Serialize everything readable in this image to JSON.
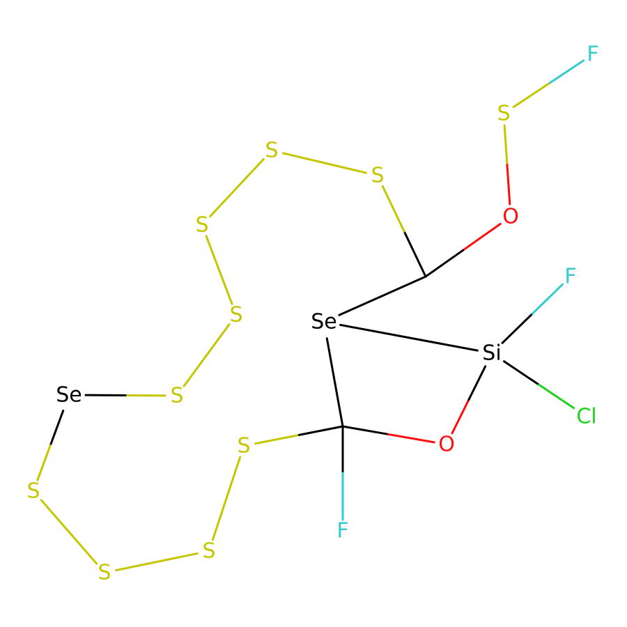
{
  "colors": {
    "C": "#000000",
    "Se": "#000000",
    "Si": "#000000",
    "S": "#c6c600",
    "O": "#ff0d0d",
    "F": "#33cccc",
    "Cl": "#1fd01f",
    "background": "#ffffff"
  },
  "atoms": [
    {
      "id": "a1",
      "element": "F",
      "label": "F"
    },
    {
      "id": "a2",
      "element": "S",
      "label": "S"
    },
    {
      "id": "a3",
      "element": "O",
      "label": "O"
    },
    {
      "id": "a4",
      "element": "C",
      "label": ""
    },
    {
      "id": "a5",
      "element": "S",
      "label": "S"
    },
    {
      "id": "a6",
      "element": "S",
      "label": "S"
    },
    {
      "id": "a7",
      "element": "S",
      "label": "S"
    },
    {
      "id": "a8",
      "element": "S",
      "label": "S"
    },
    {
      "id": "a9",
      "element": "S",
      "label": "S"
    },
    {
      "id": "a10",
      "element": "Se",
      "label": "Se"
    },
    {
      "id": "a11",
      "element": "S",
      "label": "S"
    },
    {
      "id": "a12",
      "element": "S",
      "label": "S"
    },
    {
      "id": "a13",
      "element": "S",
      "label": "S"
    },
    {
      "id": "a14",
      "element": "S",
      "label": "S"
    },
    {
      "id": "a15",
      "element": "C",
      "label": ""
    },
    {
      "id": "a16",
      "element": "F",
      "label": "F"
    },
    {
      "id": "a17",
      "element": "O",
      "label": "O"
    },
    {
      "id": "a18",
      "element": "Si",
      "label": "Si"
    },
    {
      "id": "a19",
      "element": "F",
      "label": "F"
    },
    {
      "id": "a20",
      "element": "Cl",
      "label": "Cl"
    },
    {
      "id": "a21",
      "element": "Se",
      "label": "Se"
    }
  ],
  "bonds": [
    [
      "a1",
      "a2"
    ],
    [
      "a2",
      "a3"
    ],
    [
      "a3",
      "a4"
    ],
    [
      "a4",
      "a5"
    ],
    [
      "a5",
      "a6"
    ],
    [
      "a6",
      "a7"
    ],
    [
      "a7",
      "a8"
    ],
    [
      "a8",
      "a9"
    ],
    [
      "a9",
      "a10"
    ],
    [
      "a10",
      "a11"
    ],
    [
      "a11",
      "a12"
    ],
    [
      "a12",
      "a13"
    ],
    [
      "a13",
      "a14"
    ],
    [
      "a14",
      "a15"
    ],
    [
      "a15",
      "a16"
    ],
    [
      "a15",
      "a17"
    ],
    [
      "a17",
      "a18"
    ],
    [
      "a18",
      "a19"
    ],
    [
      "a18",
      "a20"
    ],
    [
      "a18",
      "a21"
    ],
    [
      "a21",
      "a15"
    ],
    [
      "a4",
      "a21"
    ]
  ]
}
